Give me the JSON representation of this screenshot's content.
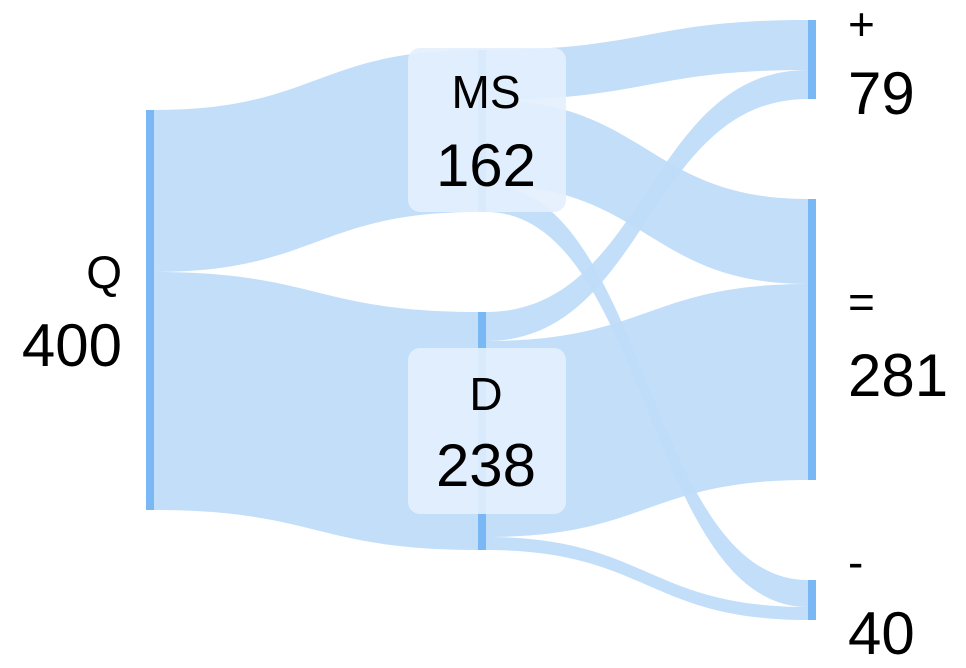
{
  "diagram": {
    "type": "sankey",
    "colors": {
      "link": "#bfdcf9",
      "node": "#7ab8f5",
      "label_box": "#e3effd"
    },
    "nodes": [
      {
        "id": "Q",
        "name": "Q",
        "value": 400
      },
      {
        "id": "MS",
        "name": "MS",
        "value": 162
      },
      {
        "id": "D",
        "name": "D",
        "value": 238
      },
      {
        "id": "plus",
        "name": "+",
        "value": 79
      },
      {
        "id": "equal",
        "name": "=",
        "value": 281
      },
      {
        "id": "minus",
        "name": "-",
        "value": 40
      }
    ],
    "links": [
      {
        "source": "Q",
        "target": "MS",
        "value": 162
      },
      {
        "source": "Q",
        "target": "D",
        "value": 238
      },
      {
        "source": "MS",
        "target": "plus",
        "value": 50
      },
      {
        "source": "MS",
        "target": "equal",
        "value": 85
      },
      {
        "source": "MS",
        "target": "minus",
        "value": 27
      },
      {
        "source": "D",
        "target": "plus",
        "value": 29
      },
      {
        "source": "D",
        "target": "equal",
        "value": 196
      },
      {
        "source": "D",
        "target": "minus",
        "value": 13
      }
    ]
  }
}
